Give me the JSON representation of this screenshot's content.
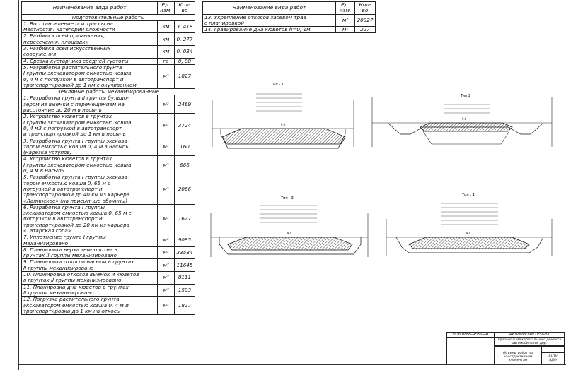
{
  "left_table": {
    "header": {
      "name": "Наименование вида работ",
      "unit": "Ед. изм.",
      "qty": "Кол-во"
    },
    "sections": [
      {
        "title": "Подготовительные работы",
        "rows": [
          {
            "name": "1. Восстановление оси трассы на\nместности I категории сложности",
            "unit": "км",
            "qty": "3, 418"
          },
          {
            "name": "2. Разбивка осей примыкания,\nпересечения, площадки",
            "unit": "км",
            "qty": "0, 277"
          },
          {
            "name": "3. Разбивка осей искусственных\nсооружения",
            "unit": "км",
            "qty": "0, 034"
          },
          {
            "name": "4. Срезка кустарника средней густоты",
            "unit": "га",
            "qty": "0, 08"
          },
          {
            "name": "5. Разработка растительного грунта\nI группы экскаватором емкостью ковша\n0, 4 м с погрузкой в автотранспорт и\nтранспортировкой до 1 км с окучиванием",
            "unit": "м³",
            "qty": "1827"
          }
        ]
      },
      {
        "title": "Земляные работы механизированные",
        "rows": [
          {
            "name": "1. Разработка грунта II группы бульдо-\nзером из выемки с перемещением на\nрасстояние до 20 м в насыпь",
            "unit": "м³",
            "qty": "2469"
          },
          {
            "name": "2. Устройство кюветов в грунтах\nI группы экскаватором емкостью ковша\n0, 4 м3 с погрузкой в автотранспорт\nи транспортировкой до 1 км в насыпь",
            "unit": "м³",
            "qty": "3724"
          },
          {
            "name": "3. Разработка грунта I группы экскава-\nтором емкостью ковша 0, 4 м в насыпь\n(нарезка уступов)",
            "unit": "м³",
            "qty": "160"
          },
          {
            "name": "4. Устройство кюветов в грунтах\nI группы экскаватором емкостью ковша\n0, 4 м в насыпь",
            "unit": "м³",
            "qty": "666"
          },
          {
            "name": "5. Разработка грунта I группы экскава-\nтором емкостью ковша 0, 65 м с\nпогрузкой в автотранспорт и\nтранспортировкой до 40 км из карьера\n«Лапинское» (на присыпные обочины)",
            "unit": "м³",
            "qty": "2066"
          },
          {
            "name": "6. Разработка грунта I группы\nэкскаватором емкостью ковша 0, 65 м с\nпогрузкой в автотранспорт и\nтранспортировкой до 20 км из карьера\n«Татарская гора»",
            "unit": "м³",
            "qty": "1627"
          },
          {
            "name": "7. Уплотнение грунта I группы\nмеханизировано",
            "unit": "м³",
            "qty": "9085"
          },
          {
            "name": "8. Планировка верха земполотна  в\nгрунтах II группы механизировано",
            "unit": "м²",
            "qty": "33584"
          },
          {
            "name": "9. Планировка откосов насыпи  в грунтах\n   II группы механизировано",
            "unit": "м²",
            "qty": "11645"
          },
          {
            "name": "10. Планировка откосов выемок и кюветов\nв грунтах II группы механизировано",
            "unit": "м²",
            "qty": "8111"
          },
          {
            "name": "11. Планировка дна кюветов в грунтах\n   II группы механизировано",
            "unit": "м²",
            "qty": "1593"
          },
          {
            "name": "12. Погрузка растительного грунта\nэкскаватором емкостью ковша 0, 4 м и\nтранспортировка до 1 км на откосы",
            "unit": "м³",
            "qty": "1827"
          }
        ]
      }
    ]
  },
  "right_table": {
    "header": {
      "name": "Наименование вида работ",
      "unit": "Ед. изм.",
      "qty": "Кол-во"
    },
    "rows": [
      {
        "name": "13. Укрепление откосов засевом трав\nс планировкой",
        "unit": "м²",
        "qty": "20927"
      },
      {
        "name": "14. Гравирование дна кюветов h=0, 1м",
        "unit": "м²",
        "qty": "227"
      }
    ]
  },
  "drawings": [
    {
      "title": "Тип - 1",
      "center_label": "9.0"
    },
    {
      "title": "Тип  2",
      "center_label": "9.0"
    },
    {
      "title": "Тип - 3",
      "center_label": "9.0"
    },
    {
      "title": "Тип - 4",
      "center_label": "9.0"
    }
  ],
  "title_block": {
    "org": "ФПК КАФЕДРА СЭД",
    "project": "ДИПЛОМНЫЙ ПРОЕКТ",
    "subtitle": "Организация капитального ремонта автомобильной дор.",
    "sheet_title": "Объемы работ по\nконструктивным элементам",
    "org2": "БНТУ\nАДФ"
  }
}
